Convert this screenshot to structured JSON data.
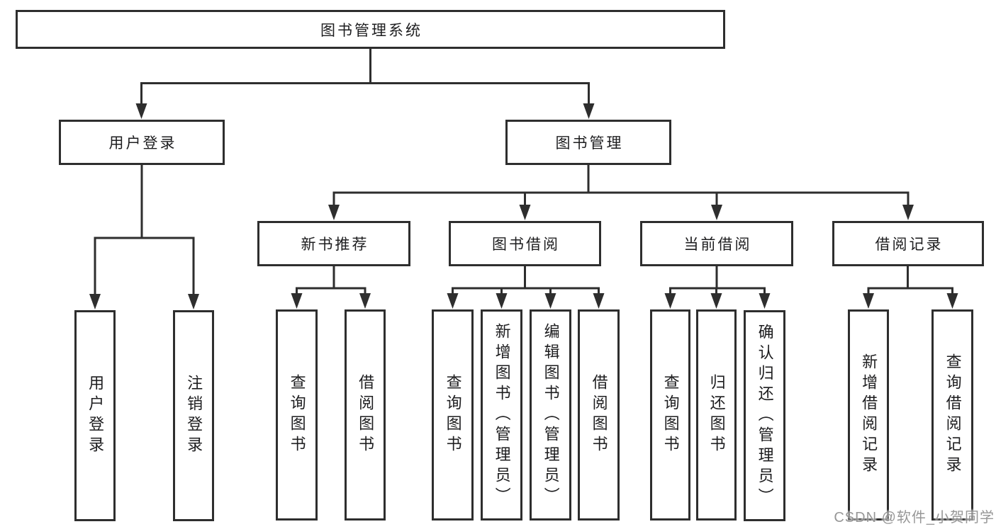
{
  "colors": {
    "line": "#2e2e2e",
    "box_border": "#2e2e2e",
    "box_fill": "#ffffff",
    "text": "#1d1d1f",
    "watermark": "#808080"
  },
  "diagram": {
    "root": {
      "label": "图书管理系统"
    },
    "branches": [
      {
        "label": "用户登录",
        "children": [
          {
            "label": "用户登录"
          },
          {
            "label": "注销登录"
          }
        ]
      },
      {
        "label": "图书管理",
        "children": [
          {
            "label": "新书推荐",
            "children": [
              {
                "label": "查询图书"
              },
              {
                "label": "借阅图书"
              }
            ]
          },
          {
            "label": "图书借阅",
            "children": [
              {
                "label": "查询图书"
              },
              {
                "label": "新增图书（管理员）"
              },
              {
                "label": "编辑图书（管理员）"
              },
              {
                "label": "借阅图书"
              }
            ]
          },
          {
            "label": "当前借阅",
            "children": [
              {
                "label": "查询图书"
              },
              {
                "label": "归还图书"
              },
              {
                "label": "确认归还（管理员）"
              }
            ]
          },
          {
            "label": "借阅记录",
            "children": [
              {
                "label": "新增借阅记录"
              },
              {
                "label": "查询借阅记录"
              }
            ]
          }
        ]
      }
    ]
  },
  "watermark": {
    "label": "CSDN @软件_小贺同学"
  }
}
